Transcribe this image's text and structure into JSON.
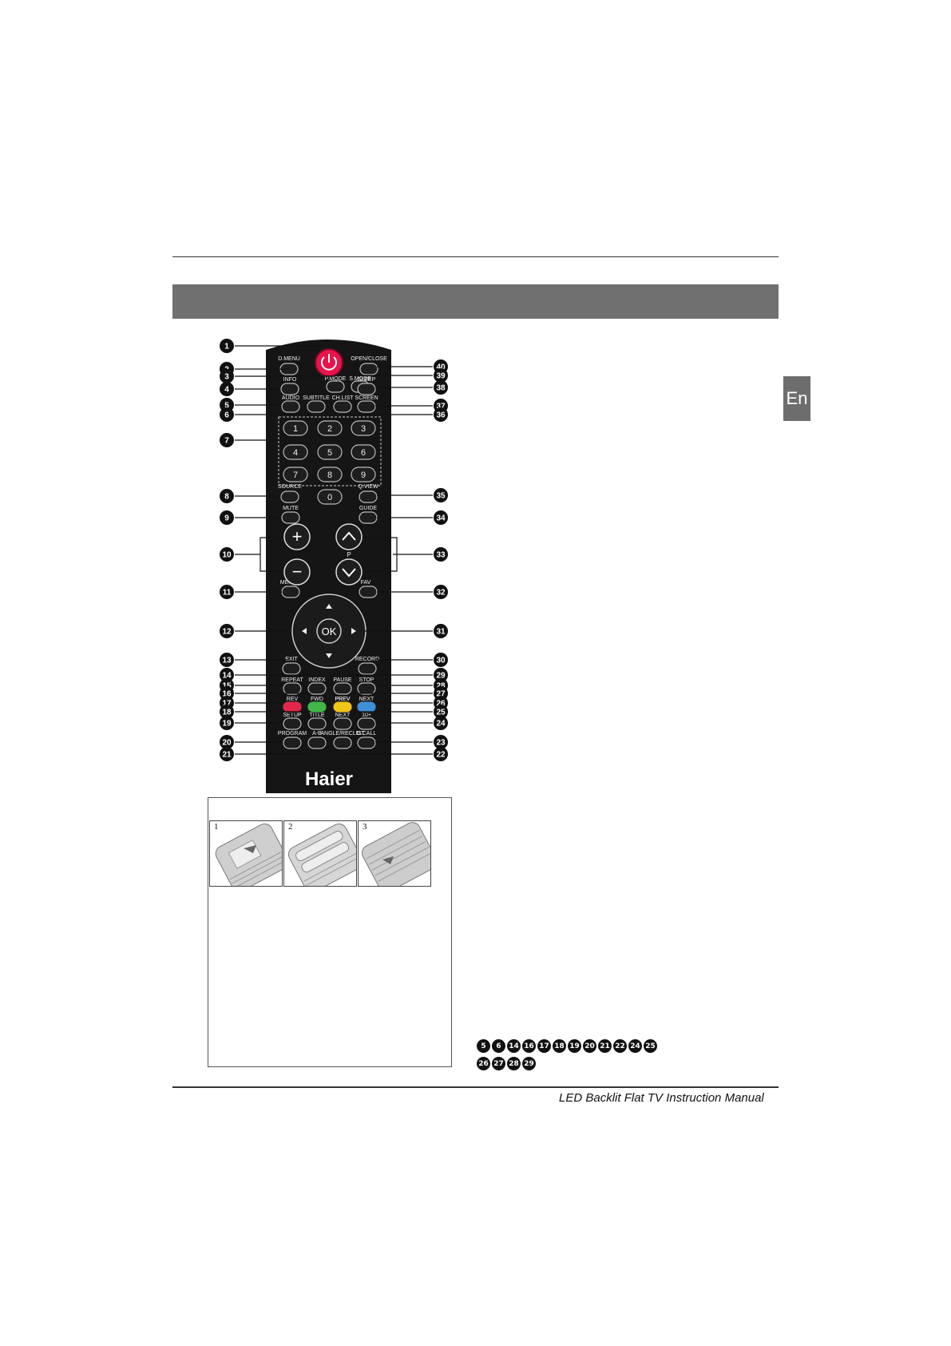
{
  "page": {
    "language_tab": "En",
    "footer_title": "LED Backlit Flat TV Instruction Manual",
    "brand": "Haier"
  },
  "remote": {
    "buttons": [
      {
        "id": 1,
        "label": ""
      },
      {
        "id": 2,
        "label": "D.MENU"
      },
      {
        "id": 3,
        "label": "P.MODE"
      },
      {
        "id": 4,
        "label": "INFO"
      },
      {
        "id": 5,
        "label": "AUDIO"
      },
      {
        "id": 6,
        "label": "SUBTITLE"
      },
      {
        "id": 7,
        "label": ""
      },
      {
        "id": 8,
        "label": "SOURCE"
      },
      {
        "id": 9,
        "label": "MUTE"
      },
      {
        "id": 10,
        "label": ""
      },
      {
        "id": 11,
        "label": "MENU"
      },
      {
        "id": 12,
        "label": ""
      },
      {
        "id": 13,
        "label": "EXIT"
      },
      {
        "id": 14,
        "label": "INDEX"
      },
      {
        "id": 15,
        "label": "REPEAT"
      },
      {
        "id": 16,
        "label": "FWD"
      },
      {
        "id": 17,
        "label": "REV"
      },
      {
        "id": 18,
        "label": "TITLE"
      },
      {
        "id": 19,
        "label": "SETUP"
      },
      {
        "id": 20,
        "label": "PROGRAM"
      },
      {
        "id": 21,
        "label": "A-B"
      },
      {
        "id": 22,
        "label": "ANGLE/RECLIST"
      },
      {
        "id": 23,
        "label": "D.CALL"
      },
      {
        "id": 24,
        "label": "10+"
      },
      {
        "id": 25,
        "label": "NEXT"
      },
      {
        "id": 26,
        "label": "PREV"
      },
      {
        "id": 27,
        "label": "STOP"
      },
      {
        "id": 28,
        "label": "PAUSE"
      },
      {
        "id": 29,
        "label": ""
      },
      {
        "id": 30,
        "label": "RECORD"
      },
      {
        "id": 31,
        "label": ""
      },
      {
        "id": 32,
        "label": "FAV"
      },
      {
        "id": 33,
        "label": "P"
      },
      {
        "id": 34,
        "label": "GUIDE"
      },
      {
        "id": 35,
        "label": "Q.VIEW"
      },
      {
        "id": 36,
        "label": "CH.LIST"
      },
      {
        "id": 37,
        "label": "SCREEN"
      },
      {
        "id": 38,
        "label": "SLEEP"
      },
      {
        "id": 39,
        "label": "S.MODE"
      },
      {
        "id": 40,
        "label": "OPEN/CLOSE"
      }
    ],
    "digits": [
      "1",
      "2",
      "3",
      "4",
      "5",
      "6",
      "7",
      "8",
      "9",
      "0"
    ],
    "ok_label": "OK"
  },
  "battery_steps": [
    "1",
    "2",
    "3"
  ],
  "reference_rows": [
    [
      "5",
      "6",
      "14",
      "16",
      "17",
      "18",
      "19",
      "20",
      "21",
      "22",
      "24",
      "25"
    ],
    [
      "26",
      "27",
      "28",
      "29"
    ]
  ]
}
